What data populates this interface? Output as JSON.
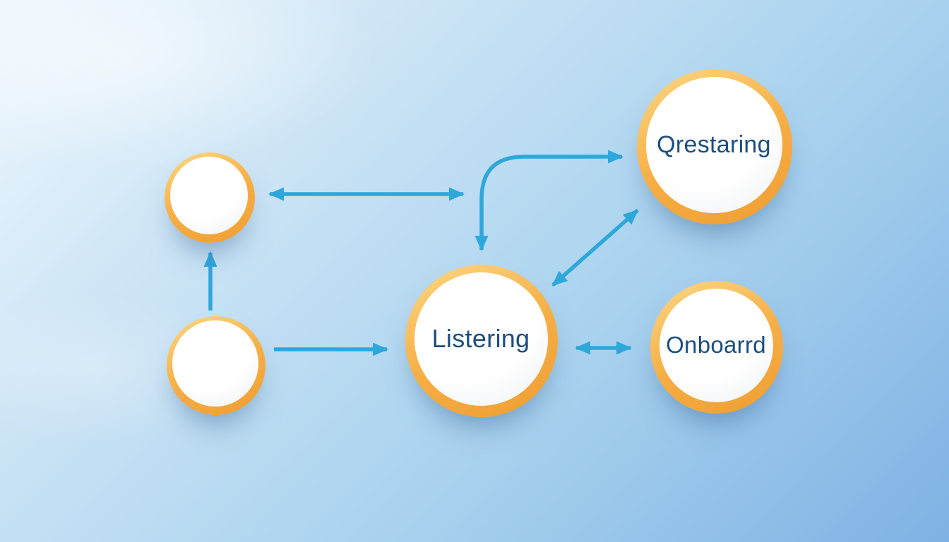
{
  "diagram": {
    "type": "flowchart",
    "background": "blue diagonal gradient, light top-left to medium blue bottom-right",
    "nodes": [
      {
        "id": "circle-top-left",
        "label": "",
        "size": "small",
        "fill": "#ffffff",
        "ring": "orange"
      },
      {
        "id": "circle-bottom-left",
        "label": "",
        "size": "small",
        "fill": "#ffffff",
        "ring": "orange"
      },
      {
        "id": "listering",
        "label": "Listering",
        "size": "large",
        "fill": "#ffffff",
        "ring": "orange"
      },
      {
        "id": "qrestaring",
        "label": "Qrestaring",
        "size": "large",
        "fill": "#ffffff",
        "ring": "orange"
      },
      {
        "id": "onboarrd",
        "label": "Onboarrd",
        "size": "large",
        "fill": "#ffffff",
        "ring": "orange"
      }
    ],
    "connections": [
      {
        "from": "circle-top-left",
        "to": "listering",
        "arrowheads": "both",
        "shape": "straight-horizontal"
      },
      {
        "from": "circle-bottom-left",
        "to": "circle-top-left",
        "arrowheads": "end",
        "shape": "straight-vertical-up"
      },
      {
        "from": "circle-bottom-left",
        "to": "listering",
        "arrowheads": "end",
        "shape": "straight-horizontal"
      },
      {
        "from": "listering",
        "to": "qrestaring",
        "arrowheads": "both",
        "shape": "elbow-curve"
      },
      {
        "from": "listering",
        "to": "qrestaring",
        "arrowheads": "both",
        "shape": "diagonal"
      },
      {
        "from": "listering",
        "to": "onboarrd",
        "arrowheads": "both",
        "shape": "straight-horizontal"
      }
    ],
    "colors": {
      "background_start": "#eef7fd",
      "background_end": "#7fb2e4",
      "arrow": "#2ea7db",
      "ring_light": "#fbd27c",
      "ring_dark": "#ef9f33",
      "node_fill": "#ffffff",
      "label_text": "#1d4e7e"
    }
  }
}
